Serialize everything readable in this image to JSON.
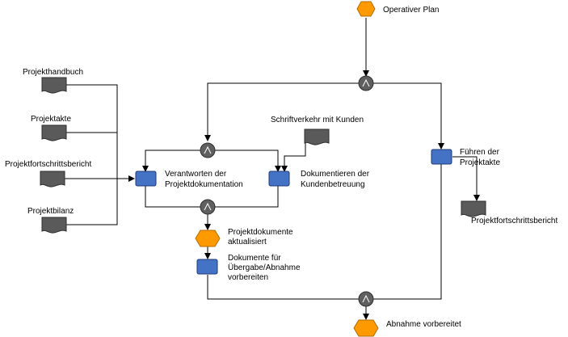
{
  "events": {
    "operativer_plan": "Operativer Plan",
    "projektdokumente_aktualisiert": [
      "Projektdokumente",
      "aktualisiert"
    ],
    "abnahme_vorbereitet": "Abnahme vorbereitet"
  },
  "functions": {
    "verantworten": [
      "Verantworten der",
      "Projektdokumentation"
    ],
    "dokumentieren": [
      "Dokumentieren der",
      "Kundenbetreuung"
    ],
    "fuehren": [
      "Führen der",
      "Projektakte"
    ],
    "dokumente_vorbereiten": [
      "Dokumente für",
      "Übergabe/Abnahme",
      "vorbereiten"
    ]
  },
  "documents": {
    "projekthandbuch": "Projekthandbuch",
    "projektakte": "Projektakte",
    "projektfortschrittsbericht_left": "Projektfortschrittsbericht",
    "projektbilanz": "Projektbilanz",
    "schriftverkehr": "Schriftverkehr mit Kunden",
    "projektfortschrittsbericht_right": "Projektfortschrittsbericht"
  },
  "connectors": {
    "symbol": "and",
    "count": 4
  },
  "colors": {
    "event": "#ff9900",
    "function": "#4472c4",
    "document": "#5a5a5a",
    "connector": "#5f5f5f",
    "line": "#000000"
  }
}
